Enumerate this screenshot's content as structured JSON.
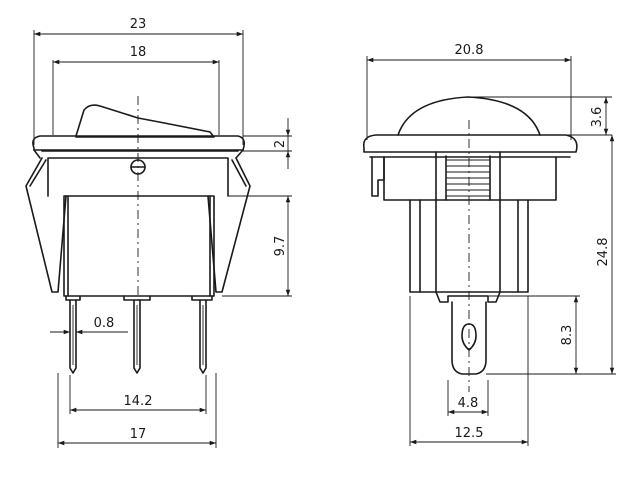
{
  "front_view": {
    "dims": {
      "overall_width": "23",
      "bezel_width": "18",
      "flange_thickness": "2",
      "body_height": "9.7",
      "pin_width": "0.8",
      "pin_spacing": "14.2",
      "body_width": "17"
    }
  },
  "side_view": {
    "dims": {
      "bezel_width": "20.8",
      "cap_height": "3.6",
      "total_height": "24.8",
      "terminal_length": "8.3",
      "terminal_width": "4.8",
      "body_width": "12.5"
    }
  }
}
